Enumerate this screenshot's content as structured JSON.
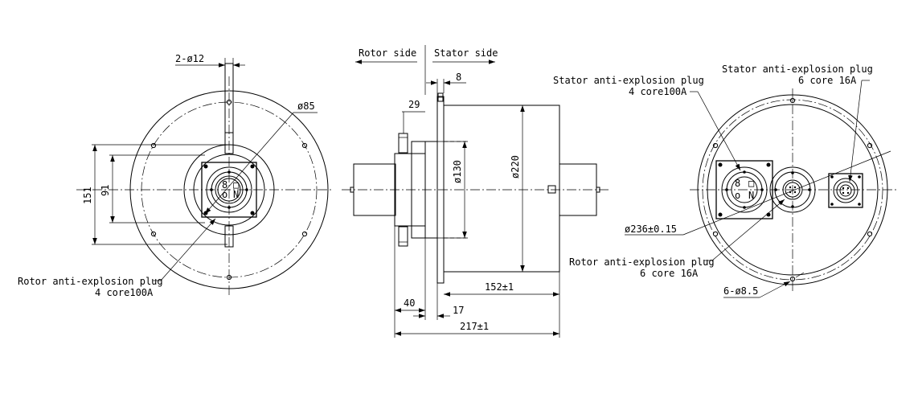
{
  "labels": {
    "rotor_side": "Rotor side",
    "stator_side": "Stator side",
    "rotor_plug_title": "Rotor anti-explosion plug",
    "rotor_plug_spec": "4 core100A",
    "stator_plug_4_title": "Stator anti-explosion plug",
    "stator_plug_4_spec": "4 core100A",
    "stator_plug_6_title": "Stator anti-explosion plug",
    "stator_plug_6_spec": "6 core 16A",
    "rotor_plug_6_title": "Rotor anti-explosion plug",
    "rotor_plug_6_spec": "6 core 16A"
  },
  "dimensions": {
    "holes_2": "2-ø12",
    "d85": "ø85",
    "d151": "151",
    "d91": "91",
    "d8": "8",
    "d29": "29",
    "d130": "ø130",
    "d220": "ø220",
    "d152": "152±1",
    "d40": "40",
    "d17": "17",
    "d217": "217±1",
    "d236": "ø236±0.15",
    "holes_6": "6-ø8.5"
  },
  "pin_marks": {
    "p1": "8",
    "p2": "□",
    "p3": "o",
    "p4": "N"
  }
}
